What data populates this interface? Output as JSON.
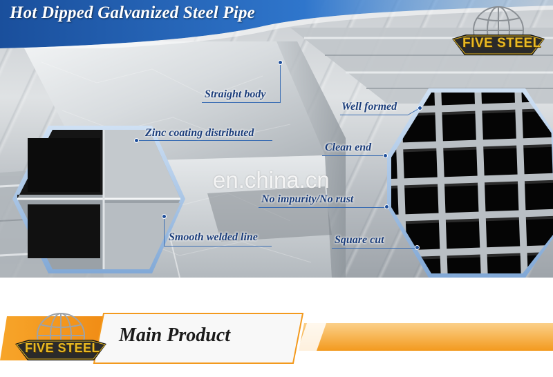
{
  "header": {
    "title": "Hot Dipped Galvanized Steel Pipe"
  },
  "brand": {
    "name": "FIVE STEEL"
  },
  "watermark": "en.china.cn",
  "callouts": [
    {
      "label": "Straight body"
    },
    {
      "label": "Zinc coating distributed"
    },
    {
      "label": "Smooth welded line"
    },
    {
      "label": "Well formed"
    },
    {
      "label": "Clean end"
    },
    {
      "label": "No impurity/No rust"
    },
    {
      "label": "Square cut"
    }
  ],
  "section": {
    "title": "Main Product"
  },
  "colors": {
    "banner_blue": "#1f5fb0",
    "callout_text": "#1b3d7a",
    "accent_orange": "#f39a1e",
    "logo_gold": "#e0b322"
  }
}
